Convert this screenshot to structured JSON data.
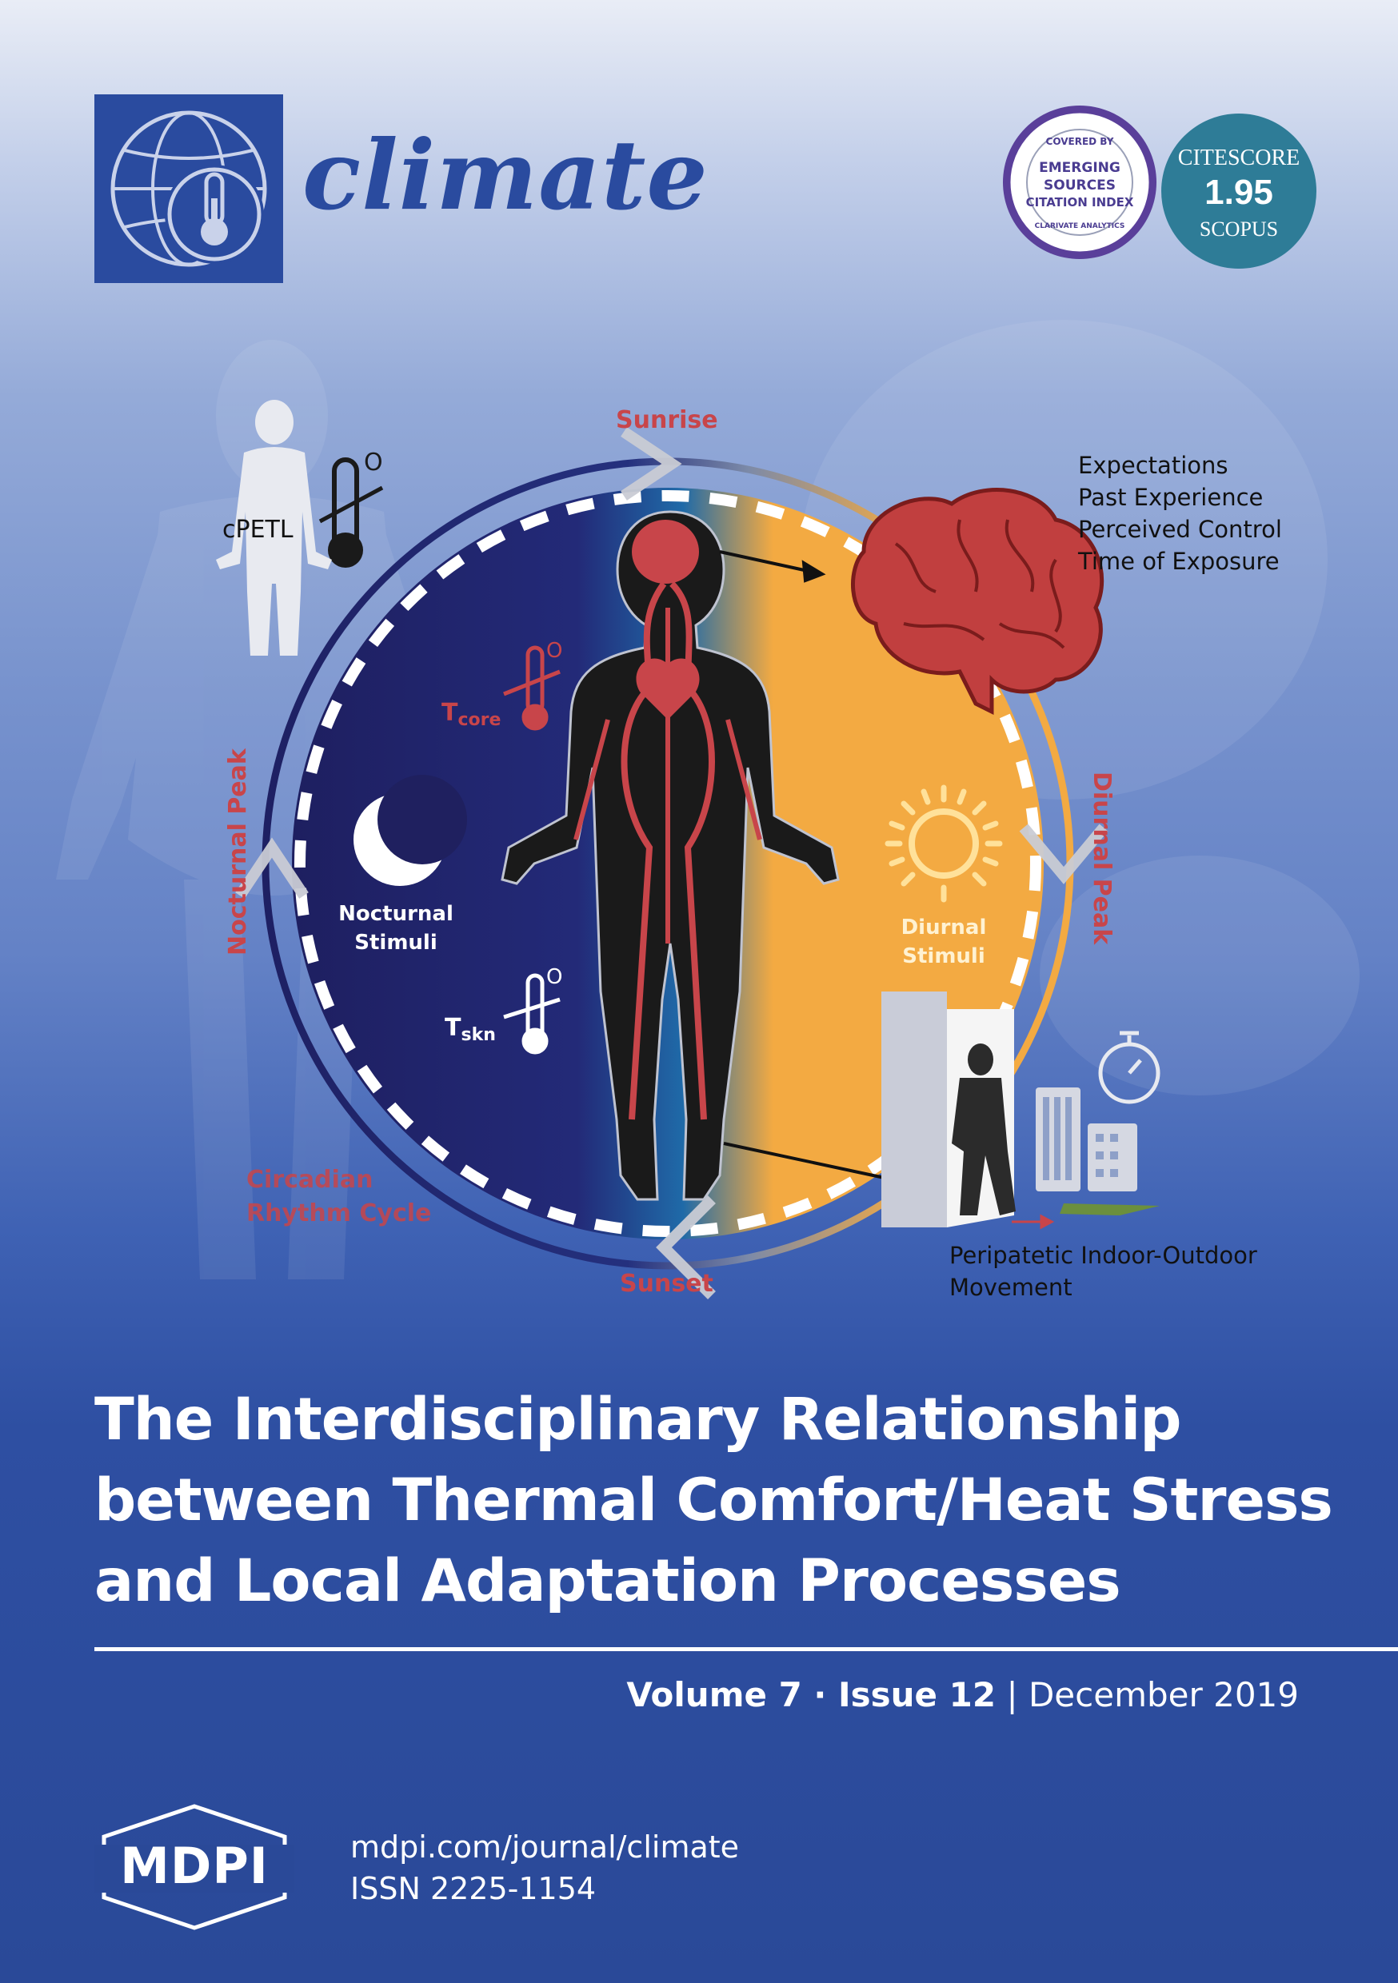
{
  "journal": {
    "name": "climate",
    "colors": {
      "brand": "#2a4b9f",
      "accent_red": "#c8454a",
      "teal": "#2e7c97",
      "night": "#1e2063",
      "day": "#f3aa42"
    }
  },
  "badges": {
    "esci": {
      "top": "COVERED BY",
      "lines": [
        "EMERGING",
        "SOURCES",
        "CITATION INDEX"
      ],
      "bottom": "CLARIVATE ANALYTICS"
    },
    "citescore": {
      "label": "CITESCORE",
      "value": "1.95",
      "source": "SCOPUS"
    }
  },
  "illustration": {
    "labels": {
      "sunrise": "Sunrise",
      "sunset": "Sunset",
      "nocturnal_peak": "Nocturnal Peak",
      "diurnal_peak": "Diurnal Peak",
      "cpetl": "cPETL",
      "t_core_main": "T",
      "t_core_sub": "core",
      "t_skn_main": "T",
      "t_skn_sub": "skn",
      "nocturnal_stimuli_1": "Nocturnal",
      "nocturnal_stimuli_2": "Stimuli",
      "diurnal_stimuli_1": "Diurnal",
      "diurnal_stimuli_2": "Stimuli",
      "circadian_1": "Circadian",
      "circadian_2": "Rhythm Cycle",
      "degree_mark": "O"
    },
    "cognitive_factors": [
      "Expectations",
      "Past Experience",
      "Perceived Control",
      "Time of Exposure"
    ],
    "movement": [
      "Peripatetic Indoor-Outdoor",
      "Movement"
    ],
    "icons": [
      "globe-thermometer-icon",
      "moon-icon",
      "sun-icon",
      "brain-icon",
      "stopwatch-icon",
      "thermometer-icon",
      "door-icon",
      "building-icon",
      "human-figure-icon"
    ]
  },
  "article": {
    "title_lines": [
      "The Interdisciplinary Relationship",
      "between Thermal Comfort/Heat Stress",
      "and Local Adaptation Processes"
    ]
  },
  "issue": {
    "volume": "Volume 7",
    "separator": " · ",
    "issue": "Issue 12",
    "divider": " | ",
    "date": "December 2019"
  },
  "publisher": {
    "logo": "MDPI",
    "url": "mdpi.com/journal/climate",
    "issn": "ISSN 2225-1154"
  }
}
